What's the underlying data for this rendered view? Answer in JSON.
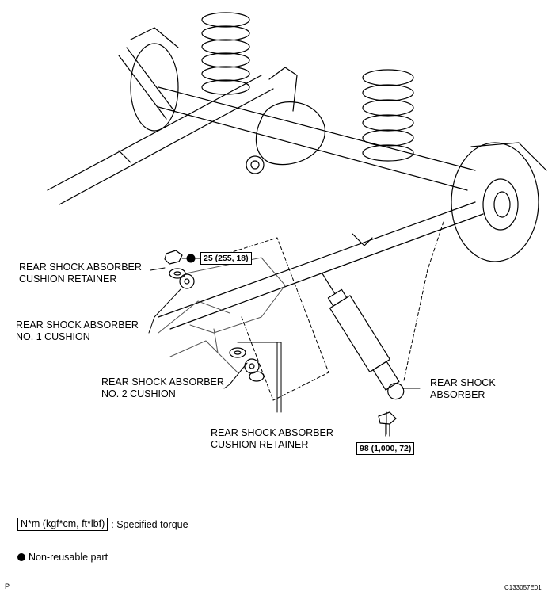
{
  "labels": {
    "cushion_retainer_top": [
      "REAR SHOCK ABSORBER",
      "CUSHION RETAINER"
    ],
    "no1_cushion": [
      "REAR SHOCK ABSORBER",
      "NO. 1 CUSHION"
    ],
    "no2_cushion": [
      "REAR SHOCK ABSORBER",
      "NO. 2 CUSHION"
    ],
    "cushion_retainer_bottom": [
      "REAR SHOCK ABSORBER",
      "CUSHION RETAINER"
    ],
    "shock_absorber": [
      "REAR SHOCK",
      "ABSORBER"
    ]
  },
  "torques": {
    "top_nut": "25 (255, 18)",
    "bottom_bolt": "98 (1,000, 72)"
  },
  "legend": {
    "torque_unit": "N*m (kgf*cm, ft*lbf)",
    "torque_desc": ": Specified torque",
    "non_reusable": "Non-reusable part"
  },
  "footer": {
    "left_mark": "P",
    "figure_code": "C133057E01"
  }
}
